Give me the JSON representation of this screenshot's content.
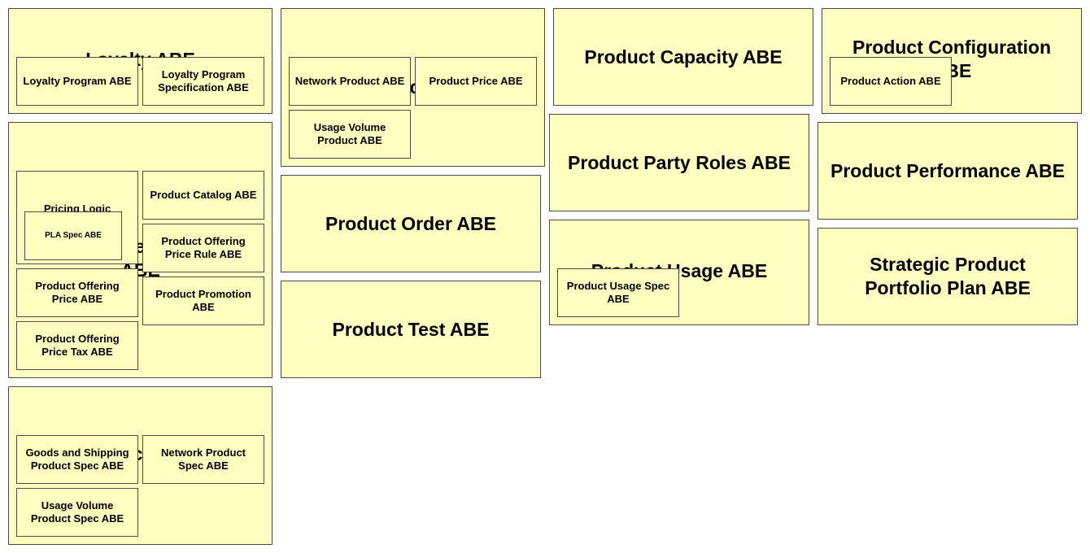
{
  "diagram": {
    "loyalty": {
      "title": "Loyalty ABE",
      "children": [
        "Loyalty Program ABE",
        "Loyalty Program Specification ABE"
      ]
    },
    "product_1": {
      "title": "Product ABE",
      "children": [
        "Network Product ABE",
        "Product Price ABE",
        "Usage Volume Product ABE"
      ]
    },
    "pricing": {
      "title": "Product Offering Pricing ABE",
      "children": [
        "Product Catalog ABE",
        "Product Offering Price Rule ABE",
        "Product Offering Price ABE",
        "Product Promotion ABE",
        "Product Offering Price Tax ABE"
      ],
      "pricing_logic": {
        "title": "Pricing Logic Algorithm ABE",
        "children": [
          "PLA Spec ABE"
        ]
      }
    },
    "product_spec": {
      "title": "Product Specification ABE",
      "children": [
        "Goods and Shipping Product Spec ABE",
        "Network Product Spec ABE",
        "Usage Volume Product Spec ABE"
      ]
    },
    "capacity": {
      "title": "Product Capacity ABE"
    },
    "configuration": {
      "title": "Product Configuration ABE",
      "children": [
        "Product Action ABE"
      ]
    },
    "party_roles": {
      "title": "Product Party Roles ABE"
    },
    "performance": {
      "title": "Product Performance ABE"
    },
    "order": {
      "title": "Product Order ABE"
    },
    "usage": {
      "title": "Product Usage ABE",
      "children": [
        "Product Usage Spec ABE"
      ]
    },
    "strategic": {
      "title": "Strategic Product Portfolio Plan ABE"
    },
    "test": {
      "title": "Product Test ABE"
    }
  }
}
